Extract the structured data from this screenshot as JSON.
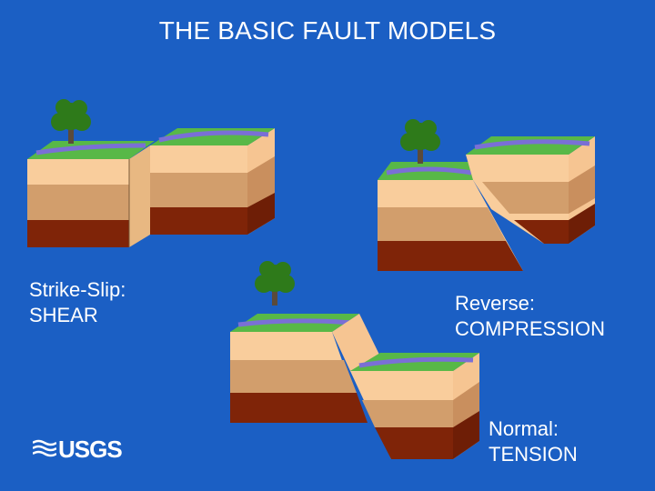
{
  "slide": {
    "title": "THE BASIC FAULT MODELS"
  },
  "captions": {
    "strike_slip": {
      "line1": "Strike-Slip:",
      "line2": "SHEAR"
    },
    "reverse": {
      "line1": "Reverse:",
      "line2": "COMPRESSION"
    },
    "normal": {
      "line1": "Normal:",
      "line2": "TENSION"
    }
  },
  "logo": {
    "text": "USGS"
  },
  "colors": {
    "background": "#1b5fc4",
    "grass": "#58b847",
    "river": "#7a6fd6",
    "top_layer": "#f9cd9c",
    "middle_layer": "#d29e6c",
    "bottom_layer": "#7f2408",
    "tree": "#2e7a1a",
    "trunk": "#5b4a3a"
  },
  "icons": [
    "tree-icon",
    "usgs-logo-waves-icon"
  ]
}
